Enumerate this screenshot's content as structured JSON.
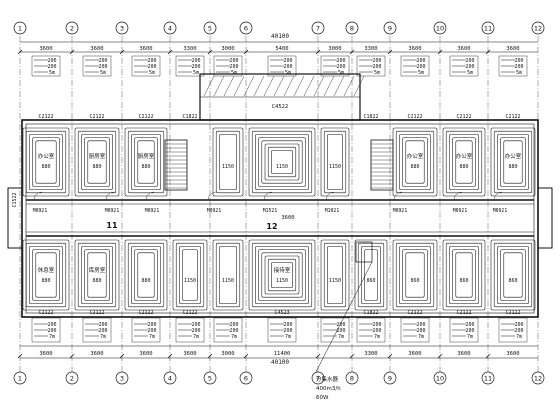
{
  "axis_numbers": [
    "1",
    "2",
    "3",
    "4",
    "5",
    "6",
    "7",
    "8",
    "9",
    "10",
    "11",
    "12"
  ],
  "top_dims": [
    "3600",
    "3600",
    "3600",
    "3300",
    "3000",
    "5400",
    "3000",
    "3300",
    "3600",
    "3600",
    "3600"
  ],
  "top_total": "40100",
  "bottom_dims": [
    "3600",
    "3600",
    "3600",
    "3600",
    "3000",
    "11400",
    "",
    "3300",
    "3600",
    "3600",
    "3600"
  ],
  "bottom_total": "40100",
  "top_windows": [
    "C2122",
    "C2122",
    "C2122",
    "C1822",
    "",
    "",
    "",
    "C1822",
    "C2122",
    "C2122",
    "C2122"
  ],
  "top_center_window": "C4522",
  "bottom_windows": [
    "C2122",
    "C2122",
    "C2122",
    "C2122",
    "",
    "C4523",
    "",
    "C1822",
    "C2122",
    "C2122",
    "C2122"
  ],
  "top_loop_value": "200",
  "top_loop_length": "5m",
  "bottom_loop_value": "200",
  "bottom_loop_length": "7m",
  "bottom_loop_lengths": [
    "7m",
    "7m",
    "7m",
    "7m",
    "7m",
    "7m",
    "7m",
    "7m",
    "7m",
    "7m",
    "7m"
  ],
  "upper_rooms": [
    {
      "label": "办公室",
      "size": "880"
    },
    {
      "label": "厨房室",
      "size": "880"
    },
    {
      "label": "厨房室",
      "size": "880"
    },
    {
      "label": "",
      "size": ""
    },
    {
      "label": "",
      "size": "1150"
    },
    {
      "label": "",
      "size": "1150"
    },
    {
      "label": "",
      "size": "1150"
    },
    {
      "label": "",
      "size": ""
    },
    {
      "label": "办公室",
      "size": "880"
    },
    {
      "label": "办公室",
      "size": "880"
    },
    {
      "label": "办公室",
      "size": "880"
    }
  ],
  "lower_rooms": [
    {
      "label": "休息室",
      "size": "880"
    },
    {
      "label": "库房室",
      "size": "880"
    },
    {
      "label": "",
      "size": "880"
    },
    {
      "label": "",
      "size": "1150"
    },
    {
      "label": "",
      "size": "1150"
    },
    {
      "label": "接待室",
      "size": "1150"
    },
    {
      "label": "",
      "size": "1150"
    },
    {
      "label": "",
      "size": "860"
    },
    {
      "label": "",
      "size": "860"
    },
    {
      "label": "",
      "size": "860"
    },
    {
      "label": "",
      "size": "860"
    }
  ],
  "doors": [
    "M0921",
    "M0921",
    "M0921",
    "M0921",
    "M1521",
    "M1021",
    "M0921",
    "M0921",
    "M0921"
  ],
  "corridor_dim": "3600",
  "left_tag": "11",
  "center_tag": "12",
  "side_window": "C1522",
  "equipment": [
    "分集水器",
    "400m3/h",
    "60W"
  ],
  "colors": {
    "line": "#111111",
    "background": "#ffffff"
  }
}
